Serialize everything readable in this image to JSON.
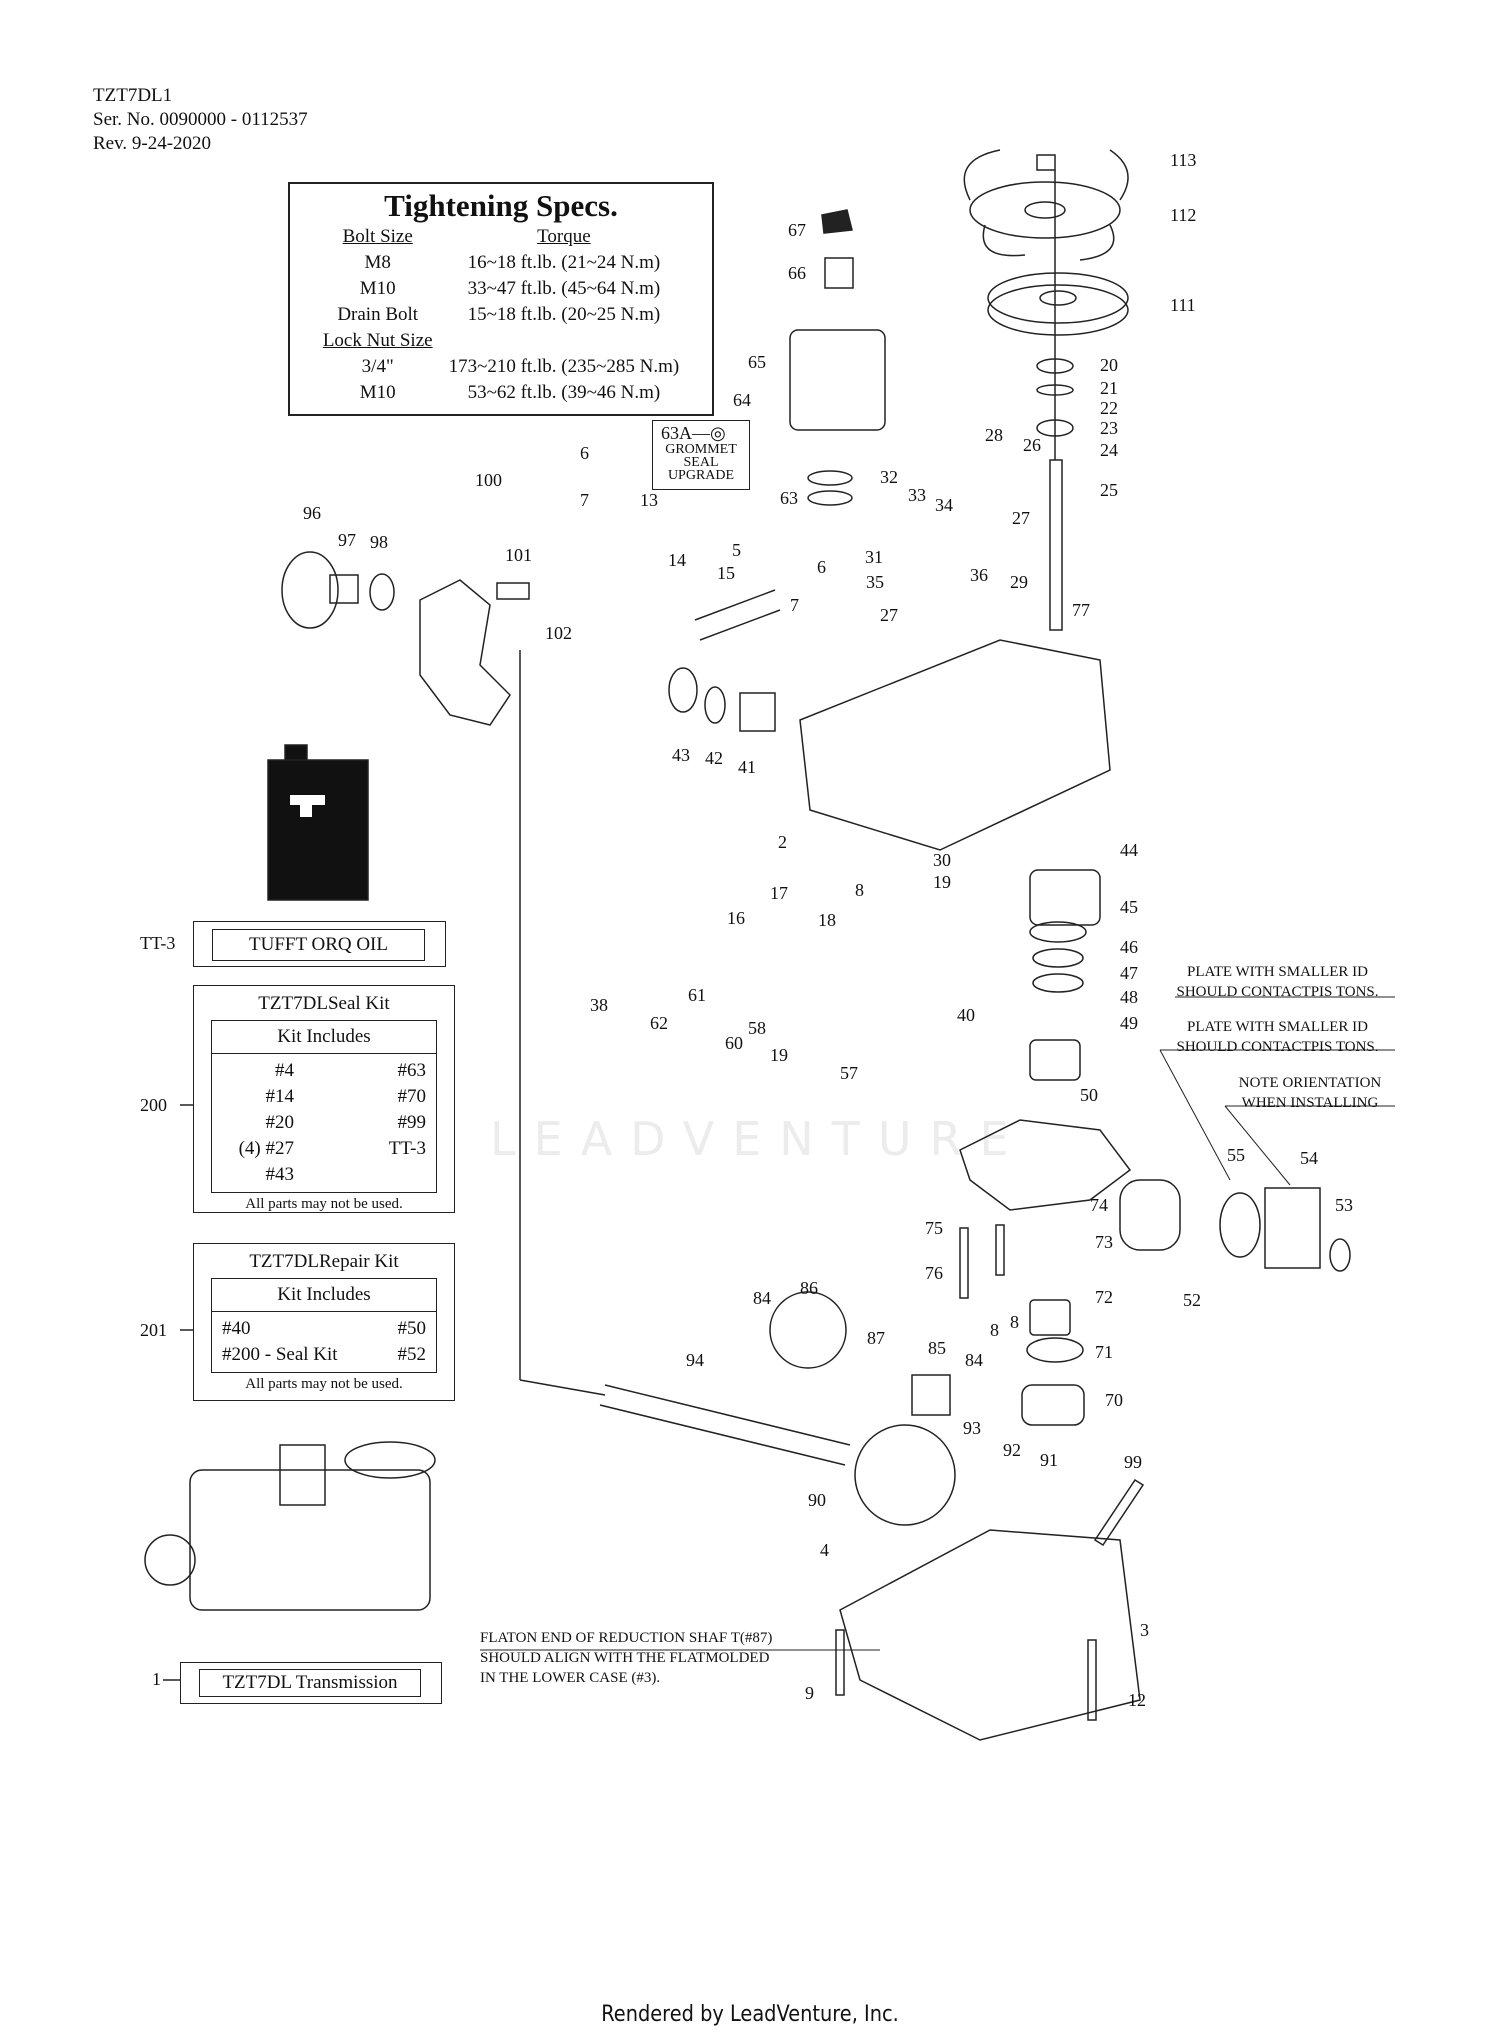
{
  "header": {
    "model": "TZT7DL1",
    "serial": "Ser. No. 0090000 - 0112537",
    "revision": "Rev. 9-24-2020"
  },
  "tightening_specs": {
    "title": "Tightening Specs.",
    "col_bolt": "Bolt Size",
    "col_torque": "Torque",
    "rows": [
      {
        "size": "M8",
        "torque": "16~18 ft.lb. (21~24 N.m)"
      },
      {
        "size": "M10",
        "torque": "33~47 ft.lb. (45~64 N.m)"
      },
      {
        "size": "Drain Bolt",
        "torque": "15~18 ft.lb. (20~25 N.m)"
      }
    ],
    "locknut_header": "Lock Nut Size",
    "locknut_rows": [
      {
        "size": "3/4\"",
        "torque": "173~210 ft.lb. (235~285 N.m)"
      },
      {
        "size": "M10",
        "torque": "53~62 ft.lb. (39~46 N.m)"
      }
    ]
  },
  "grommet_box": {
    "code": "63A",
    "line1": "GROMMET",
    "line2": "SEAL",
    "line3": "UPGRADE"
  },
  "oil": {
    "ref": "TT-3",
    "label": "TUFFT ORQ OIL"
  },
  "seal_kit": {
    "ref": "200",
    "title": "TZT7DLSeal Kit",
    "includes_label": "Kit Includes",
    "left": [
      "#4",
      "#14",
      "#20",
      "(4) #27",
      "#43"
    ],
    "right": [
      "#63",
      "#70",
      "#99",
      "TT-3",
      ""
    ],
    "footnote": "All parts may not be used."
  },
  "repair_kit": {
    "ref": "201",
    "title": "TZT7DLRepair Kit",
    "includes_label": "Kit Includes",
    "left": [
      "#40",
      "#200 - Seal Kit"
    ],
    "right": [
      "#50",
      "#52"
    ],
    "footnote": "All parts may not be used."
  },
  "transmission": {
    "ref": "1",
    "label": "TZT7DL Transmission"
  },
  "notes": {
    "plate1_a": "PLATE WITH SMALLER ID",
    "plate1_b": "SHOULD CONTACTPIS TONS.",
    "plate2_a": "PLATE WITH SMALLER ID",
    "plate2_b": "SHOULD CONTACTPIS TONS.",
    "orient_a": "NOTE ORIENTATION",
    "orient_b": "WHEN INSTALLING",
    "flat_a": "FLATON END OF REDUCTION SHAF T(#87)",
    "flat_b": "SHOULD ALIGN WITH THE FLATMOLDED",
    "flat_c": "IN THE LOWER CASE (#3)."
  },
  "callouts": [
    {
      "n": "113"
    },
    {
      "n": "112"
    },
    {
      "n": "111"
    },
    {
      "n": "20"
    },
    {
      "n": "21"
    },
    {
      "n": "22"
    },
    {
      "n": "23"
    },
    {
      "n": "24"
    },
    {
      "n": "25"
    },
    {
      "n": "26"
    },
    {
      "n": "28"
    },
    {
      "n": "27"
    },
    {
      "n": "29"
    },
    {
      "n": "77"
    },
    {
      "n": "67"
    },
    {
      "n": "66"
    },
    {
      "n": "65"
    },
    {
      "n": "64"
    },
    {
      "n": "63"
    },
    {
      "n": "6"
    },
    {
      "n": "7"
    },
    {
      "n": "13"
    },
    {
      "n": "14"
    },
    {
      "n": "15"
    },
    {
      "n": "5"
    },
    {
      "n": "6"
    },
    {
      "n": "7"
    },
    {
      "n": "32"
    },
    {
      "n": "33"
    },
    {
      "n": "34"
    },
    {
      "n": "31"
    },
    {
      "n": "35"
    },
    {
      "n": "36"
    },
    {
      "n": "27"
    },
    {
      "n": "100"
    },
    {
      "n": "96"
    },
    {
      "n": "97"
    },
    {
      "n": "98"
    },
    {
      "n": "101"
    },
    {
      "n": "102"
    },
    {
      "n": "43"
    },
    {
      "n": "42"
    },
    {
      "n": "41"
    },
    {
      "n": "2"
    },
    {
      "n": "8"
    },
    {
      "n": "30"
    },
    {
      "n": "19"
    },
    {
      "n": "44"
    },
    {
      "n": "45"
    },
    {
      "n": "46"
    },
    {
      "n": "47"
    },
    {
      "n": "48"
    },
    {
      "n": "49"
    },
    {
      "n": "40"
    },
    {
      "n": "17"
    },
    {
      "n": "16"
    },
    {
      "n": "18"
    },
    {
      "n": "38"
    },
    {
      "n": "61"
    },
    {
      "n": "62"
    },
    {
      "n": "60"
    },
    {
      "n": "58"
    },
    {
      "n": "19"
    },
    {
      "n": "57"
    },
    {
      "n": "50"
    },
    {
      "n": "55"
    },
    {
      "n": "54"
    },
    {
      "n": "53"
    },
    {
      "n": "52"
    },
    {
      "n": "74"
    },
    {
      "n": "75"
    },
    {
      "n": "73"
    },
    {
      "n": "76"
    },
    {
      "n": "72"
    },
    {
      "n": "8"
    },
    {
      "n": "8"
    },
    {
      "n": "71"
    },
    {
      "n": "70"
    },
    {
      "n": "84"
    },
    {
      "n": "86"
    },
    {
      "n": "87"
    },
    {
      "n": "85"
    },
    {
      "n": "84"
    },
    {
      "n": "94"
    },
    {
      "n": "93"
    },
    {
      "n": "92"
    },
    {
      "n": "91"
    },
    {
      "n": "90"
    },
    {
      "n": "99"
    },
    {
      "n": "4"
    },
    {
      "n": "3"
    },
    {
      "n": "9"
    },
    {
      "n": "12"
    }
  ],
  "watermark": "LEADVENTURE",
  "footer": "Rendered by LeadVenture, Inc."
}
